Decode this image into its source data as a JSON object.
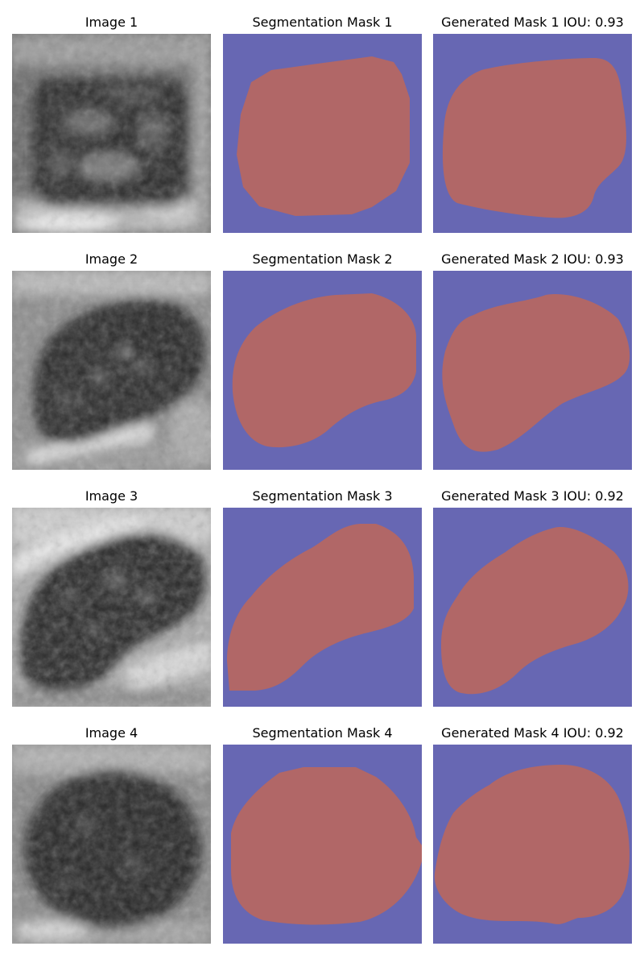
{
  "colors": {
    "mask_background": "#6767b3",
    "mask_foreground": "#b16767",
    "page_background": "#ffffff"
  },
  "rows": [
    {
      "image_title": "Image 1",
      "mask_title": "Segmentation Mask 1",
      "generated_title": "Generated Mask 1 IOU: 0.93",
      "iou": 0.93
    },
    {
      "image_title": "Image 2",
      "mask_title": "Segmentation Mask 2",
      "generated_title": "Generated Mask 2 IOU: 0.93",
      "iou": 0.93
    },
    {
      "image_title": "Image 3",
      "mask_title": "Segmentation Mask 3",
      "generated_title": "Generated Mask 3 IOU: 0.92",
      "iou": 0.92
    },
    {
      "image_title": "Image 4",
      "mask_title": "Segmentation Mask 4",
      "generated_title": "Generated Mask 4 IOU: 0.92",
      "iou": 0.92
    }
  ]
}
